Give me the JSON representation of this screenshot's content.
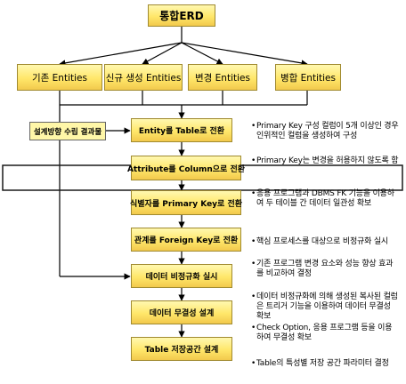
{
  "diagram": {
    "root": "통합ERD",
    "entities": [
      "기존 Entities",
      "신규 생성 Entities",
      "변경 Entities",
      "병합 Entities"
    ],
    "side_label": "설계방향 수립 결과물",
    "steps": [
      "Entity를 Table로 전환",
      "Attribute를 Column으로 전환",
      "식별자를 Primary Key로 전환",
      "관계를 Foreign Key로 전환",
      "데이터 비정규화 실시",
      "데이터 무결성 설계",
      "Table 저장공간 설계"
    ],
    "notes": [
      "Primary Key 구성 컬럼이 5개 이상인 경우 인위적인 컬럼을 생성하여 구성",
      "Primary Key는 변경을 허용하지 않도록 함",
      "응용 프로그램과 DBMS FK 기능을 이용하여 두 테이블 간 데이터 일관성 확보",
      "핵심 프로세스를 대상으로 비정규화 실시",
      "기존 프로그램 변경 요소와 성능 향상 효과를 비교하여 결정",
      "데이터 비정규화에 의해 생성된 복사된 컬럼은 트리거 기능을 이용하여 데이터 무결성 확보",
      "Check Option, 응용 프로그램 등을 이용하여 무결성 확보",
      "Table의 특성별 저장 공간 파라미터 결정"
    ],
    "bullet": "•",
    "colors": {
      "box_fill": "#ffe76a",
      "box_border": "#a08a30",
      "line": "#000000",
      "band": "#1a1a1a"
    }
  }
}
